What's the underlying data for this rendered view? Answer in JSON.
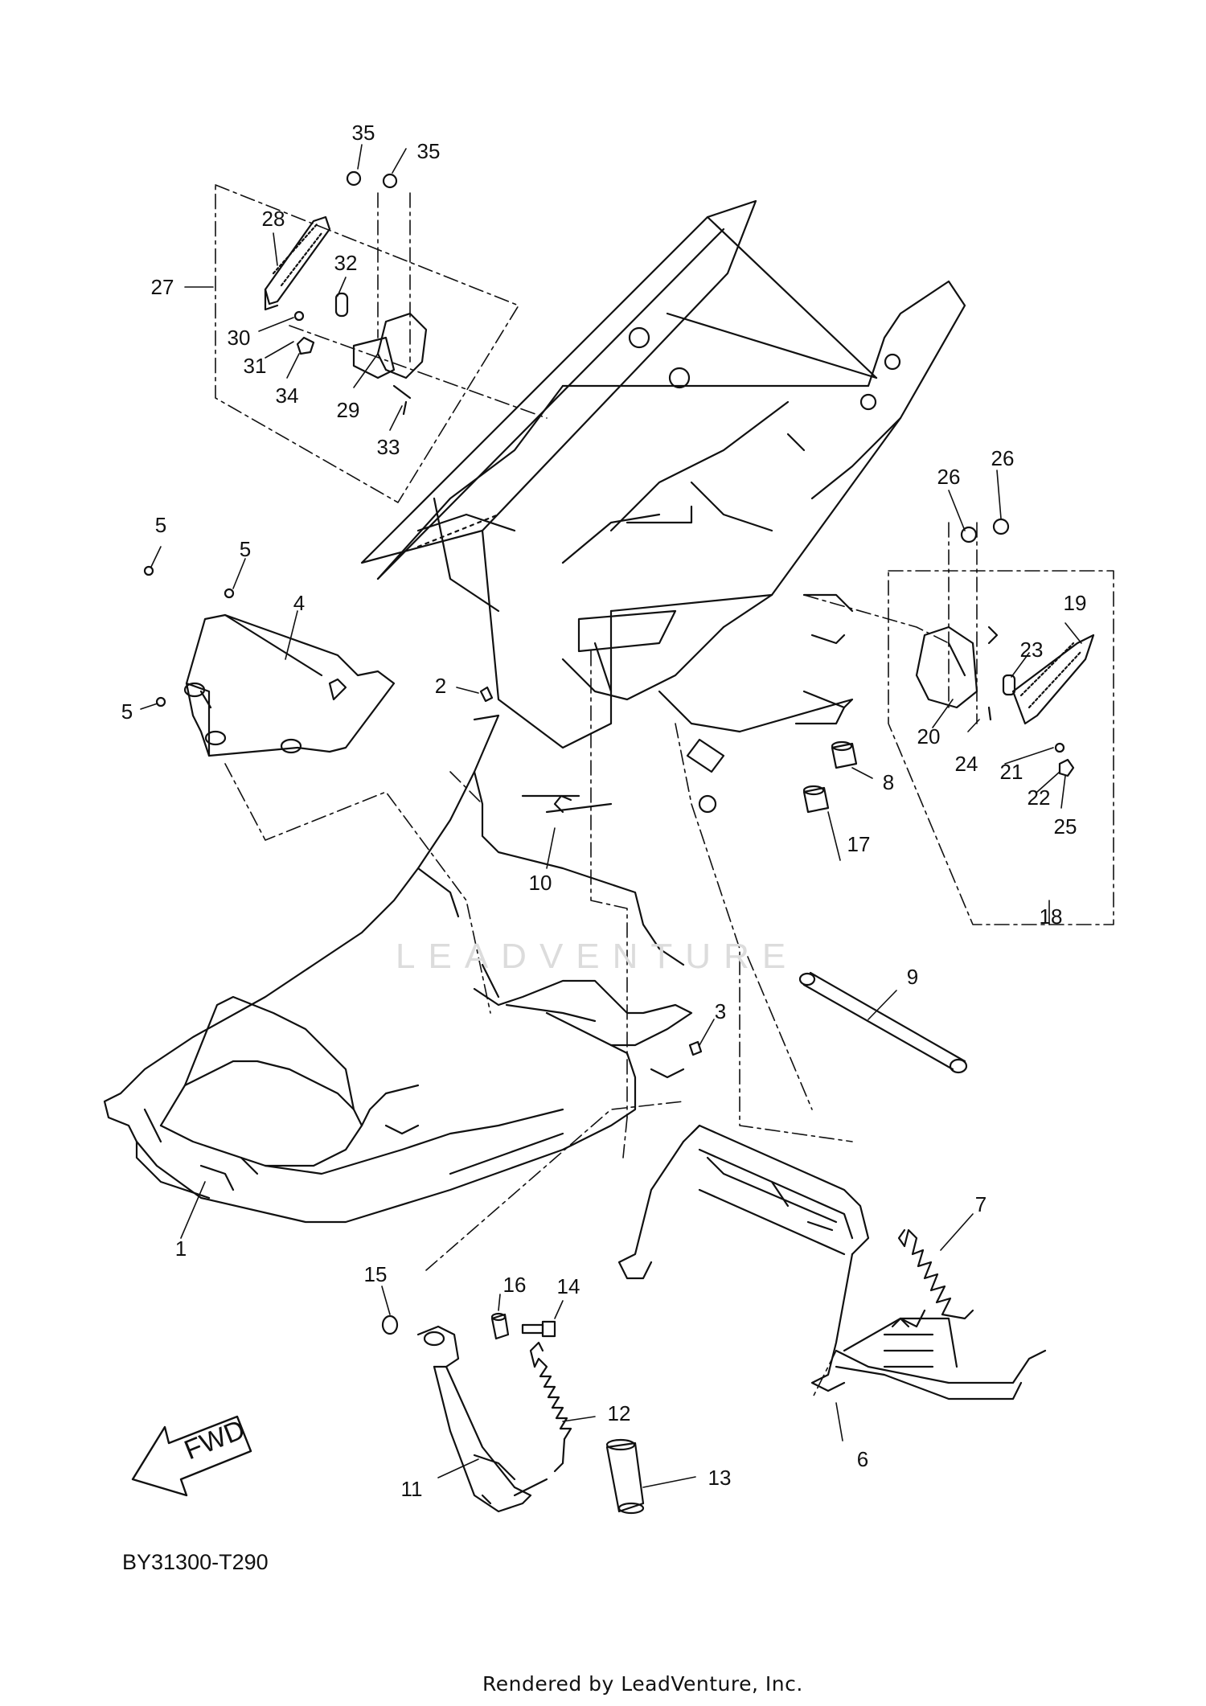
{
  "diagram": {
    "code": "BY31300-T290",
    "footer": "Rendered by LeadVenture, Inc.",
    "watermark": "LEADVENTURE",
    "fwd_label": "FWD"
  },
  "callouts": [
    {
      "id": "c1",
      "label": "1"
    },
    {
      "id": "c2",
      "label": "2"
    },
    {
      "id": "c3",
      "label": "3"
    },
    {
      "id": "c4",
      "label": "4"
    },
    {
      "id": "c5a",
      "label": "5"
    },
    {
      "id": "c5b",
      "label": "5"
    },
    {
      "id": "c5c",
      "label": "5"
    },
    {
      "id": "c6",
      "label": "6"
    },
    {
      "id": "c7",
      "label": "7"
    },
    {
      "id": "c8",
      "label": "8"
    },
    {
      "id": "c9",
      "label": "9"
    },
    {
      "id": "c10",
      "label": "10"
    },
    {
      "id": "c11",
      "label": "11"
    },
    {
      "id": "c12",
      "label": "12"
    },
    {
      "id": "c13",
      "label": "13"
    },
    {
      "id": "c14",
      "label": "14"
    },
    {
      "id": "c15",
      "label": "15"
    },
    {
      "id": "c16",
      "label": "16"
    },
    {
      "id": "c17",
      "label": "17"
    },
    {
      "id": "c18",
      "label": "18"
    },
    {
      "id": "c19",
      "label": "19"
    },
    {
      "id": "c20",
      "label": "20"
    },
    {
      "id": "c21",
      "label": "21"
    },
    {
      "id": "c22",
      "label": "22"
    },
    {
      "id": "c23",
      "label": "23"
    },
    {
      "id": "c24",
      "label": "24"
    },
    {
      "id": "c25",
      "label": "25"
    },
    {
      "id": "c26a",
      "label": "26"
    },
    {
      "id": "c26b",
      "label": "26"
    },
    {
      "id": "c27",
      "label": "27"
    },
    {
      "id": "c28",
      "label": "28"
    },
    {
      "id": "c29",
      "label": "29"
    },
    {
      "id": "c30",
      "label": "30"
    },
    {
      "id": "c31",
      "label": "31"
    },
    {
      "id": "c32",
      "label": "32"
    },
    {
      "id": "c33",
      "label": "33"
    },
    {
      "id": "c34",
      "label": "34"
    },
    {
      "id": "c35a",
      "label": "35"
    },
    {
      "id": "c35b",
      "label": "35"
    }
  ]
}
